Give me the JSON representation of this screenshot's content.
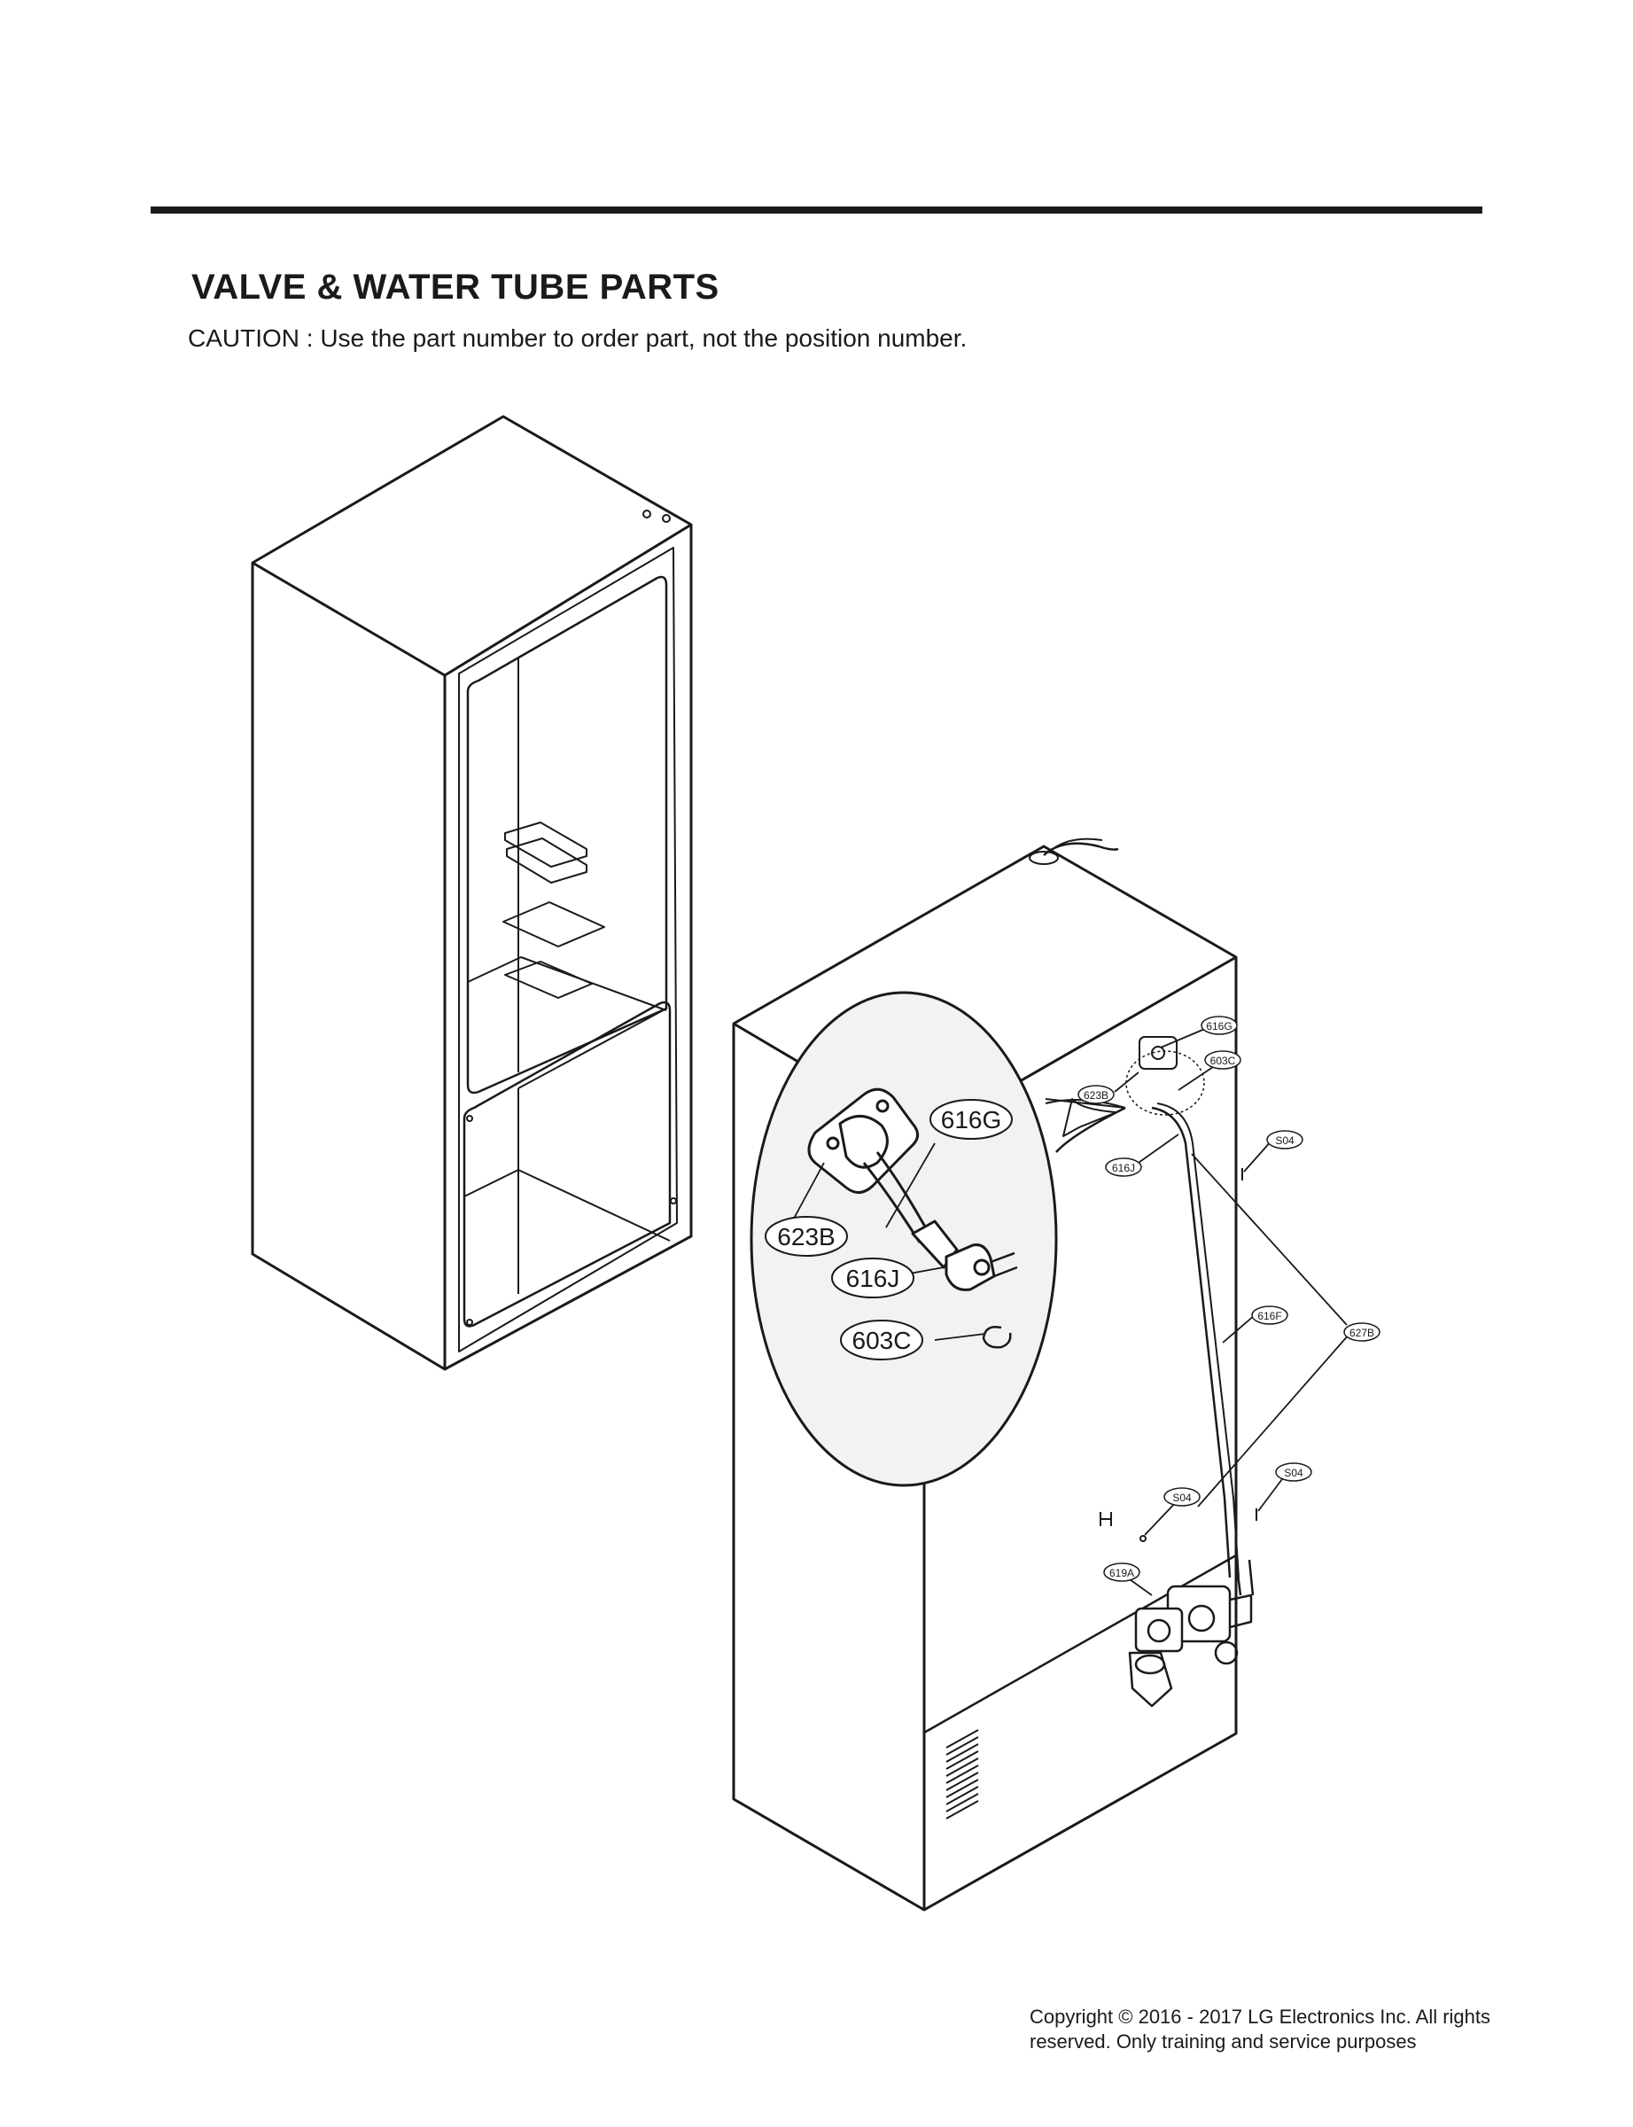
{
  "page": {
    "title": "VALVE & WATER TUBE PARTS",
    "caution": "CAUTION : Use the part number to order part, not the position number.",
    "copyright_line1": "Copyright © 2016 - 2017 LG Electronics Inc. All rights",
    "copyright_line2": "reserved. Only training and service purposes"
  },
  "callouts": {
    "c616G_large": "616G",
    "c623B_large": "623B",
    "c616J_large": "616J",
    "c603C_large": "603C",
    "c616G_small": "616G",
    "c603C_small": "603C",
    "c623B_small": "623B",
    "c616J_small": "616J",
    "cS04_top": "S04",
    "c616F": "616F",
    "c627B": "627B",
    "cS04_right": "S04",
    "cS04_left": "S04",
    "c619A": "619A"
  },
  "colors": {
    "line": "#1a1a1a",
    "background": "#ffffff",
    "detail_fill": "#f2f2f2"
  }
}
